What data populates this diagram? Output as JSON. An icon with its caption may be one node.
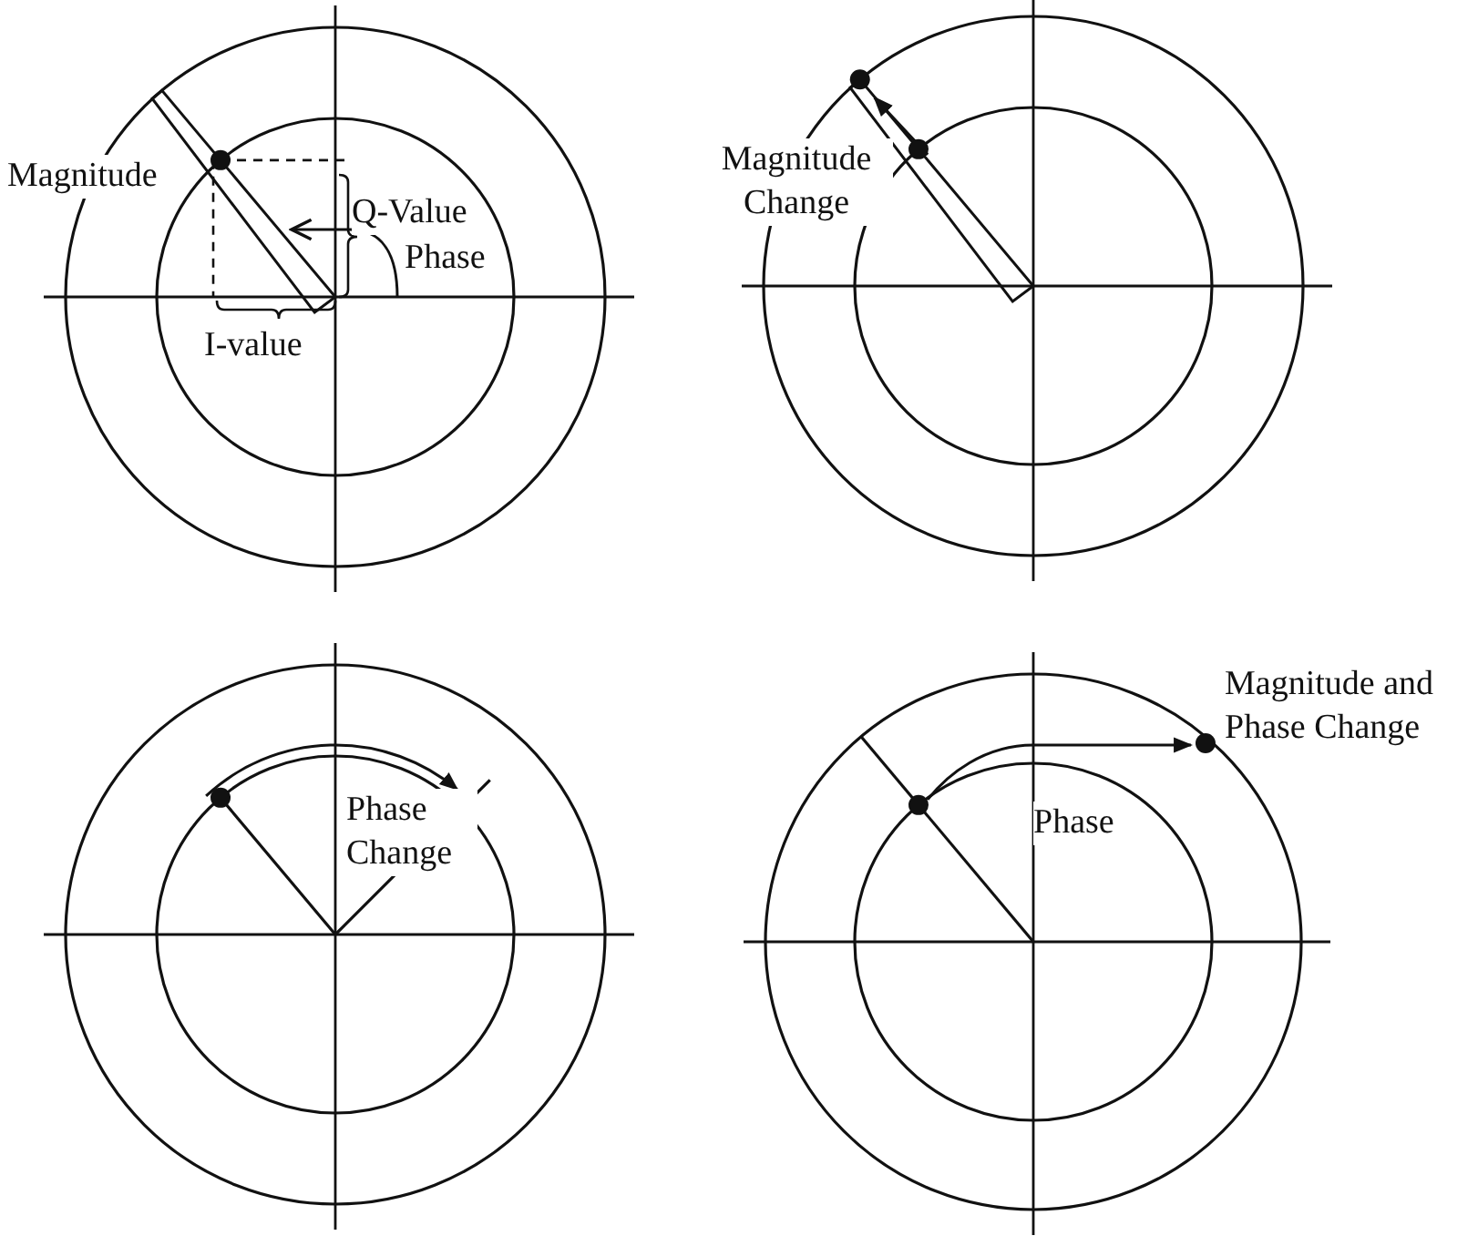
{
  "diagram": {
    "labels": [
      "Magnitude",
      "Q-Value",
      "Phase",
      "I-value",
      "Magnitude Change",
      "Phase Change",
      "Magnitude and Phase Change",
      "Phase"
    ]
  }
}
